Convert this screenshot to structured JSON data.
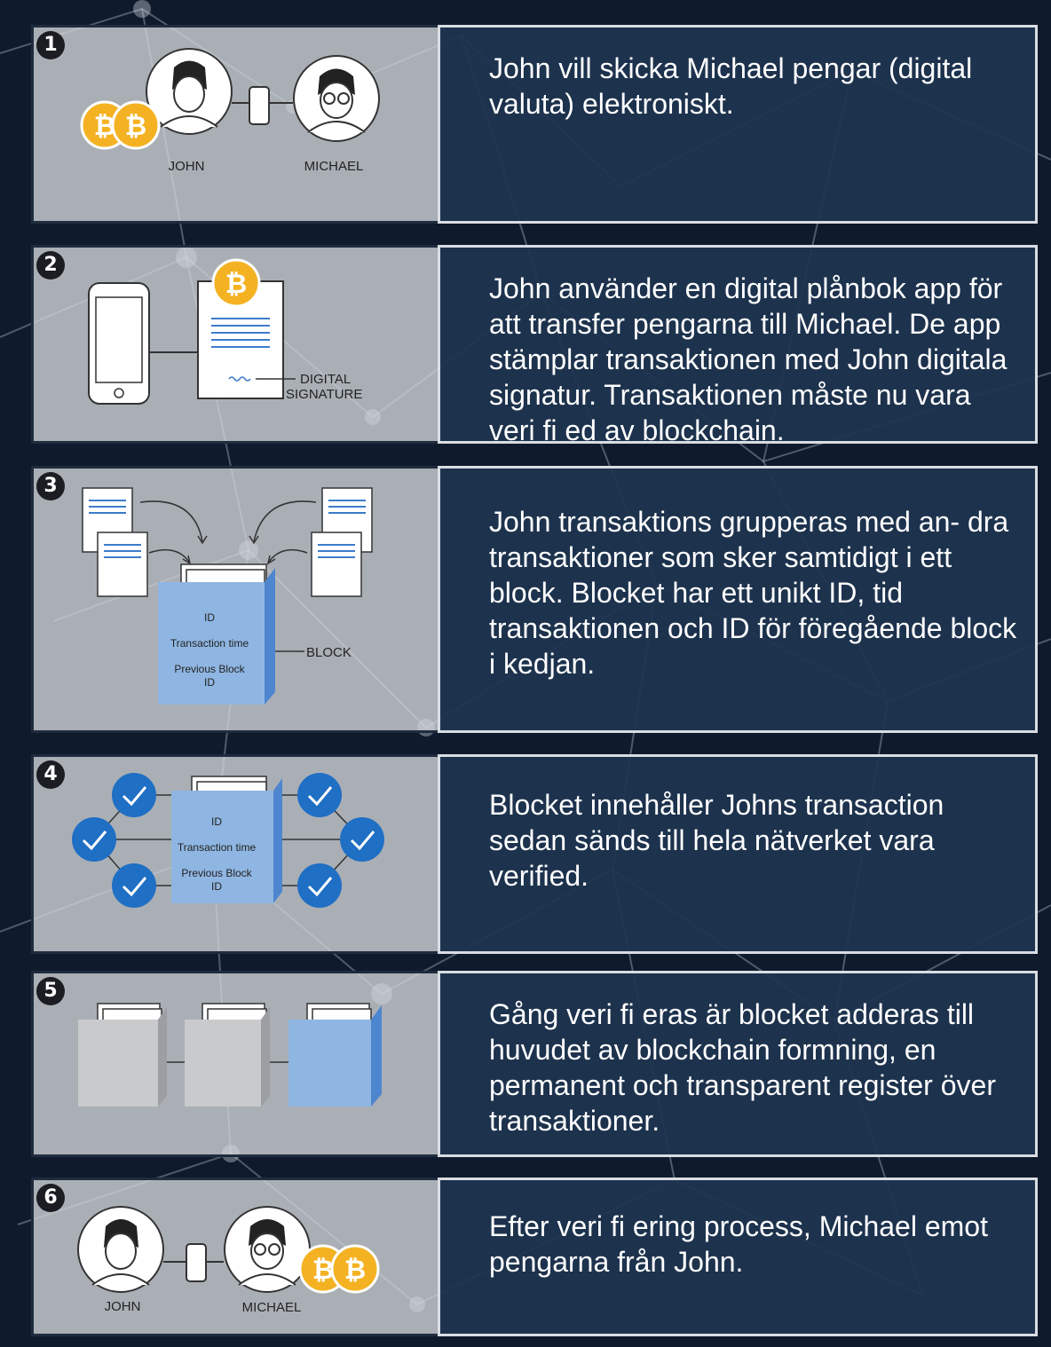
{
  "steps": [
    {
      "number": "1",
      "text": "John vill skicka Michael pengar (digital valuta) elektroniskt.",
      "labels": {
        "left_person": "JOHN",
        "right_person": "MICHAEL"
      }
    },
    {
      "number": "2",
      "text": "John använder en digital plånbok app för att transfer pengarna till Michael. De app stämplar transaktionen med John digitala signatur. Transaktionen måste nu vara veri fi ed av blockchain.",
      "labels": {
        "signature_line1": "DIGITAL",
        "signature_line2": "SIGNATURE"
      }
    },
    {
      "number": "3",
      "text": "John transaktions grupperas med an- dra transaktioner som sker samtidigt i ett block. Blocket har ett unikt ID, tid transaktionen och ID för föregående block i kedjan.",
      "labels": {
        "id": "ID",
        "time": "Transaction time",
        "prev1": "Previous Block",
        "prev2": "ID",
        "block": "BLOCK"
      }
    },
    {
      "number": "4",
      "text": "Blocket innehåller Johns transaction sedan sänds till hela nätverket vara verified.",
      "labels": {
        "id": "ID",
        "time": "Transaction time",
        "prev1": "Previous Block",
        "prev2": "ID"
      }
    },
    {
      "number": "5",
      "text": "Gång veri fi eras är blocket adderas till huvudet av blockchain formning, en permanent och transparent register över transaktioner."
    },
    {
      "number": "6",
      "text": "Efter veri fi ering process, Michael emot pengarna från John.",
      "labels": {
        "left_person": "JOHN",
        "right_person": "MICHAEL"
      }
    }
  ],
  "colors": {
    "text_panel": "#1f3450",
    "coin": "#f4b223",
    "block_blue": "#8fb6e2",
    "check_blue": "#1f6fc4",
    "grey_block": "#c9cacc"
  }
}
